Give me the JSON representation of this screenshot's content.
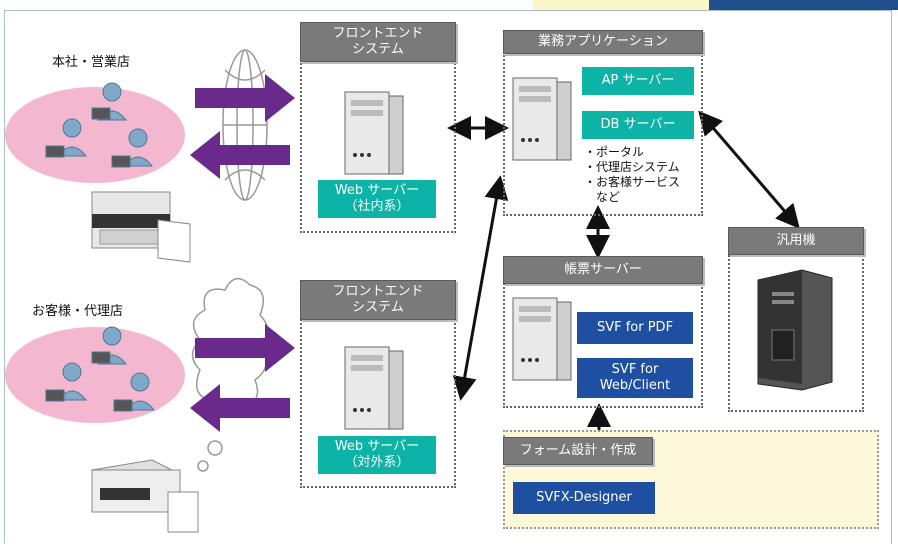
{
  "left": {
    "hq_label": "本社・営業店",
    "customer_label": "お客様・代理店"
  },
  "frontend_top": {
    "header": "フロントエンド\nシステム",
    "server_label": "Web サーバー\n（社内系）"
  },
  "frontend_bottom": {
    "header": "フロントエンド\nシステム",
    "server_label": "Web サーバー\n（対外系）"
  },
  "business_app": {
    "header": "業務アプリケーション",
    "ap_server": "AP サーバー",
    "db_server": "DB サーバー",
    "notes": "・ポータル\n・代理店システム\n・お客様サービス\n　など"
  },
  "form_server": {
    "header": "帳票サーバー",
    "svf_pdf": "SVF for PDF",
    "svf_web": "SVF for\nWeb/Client"
  },
  "mainframe": {
    "header": "汎用機"
  },
  "form_design": {
    "header": "フォーム設計・作成",
    "designer": "SVFX-Designer"
  },
  "colors": {
    "purple_arrow": "#6a2a8c",
    "teal": "#0db3a6",
    "blue": "#1f4fa0",
    "header_gray": "#7a7a7a",
    "pink_ellipse": "#f3b7cf"
  }
}
